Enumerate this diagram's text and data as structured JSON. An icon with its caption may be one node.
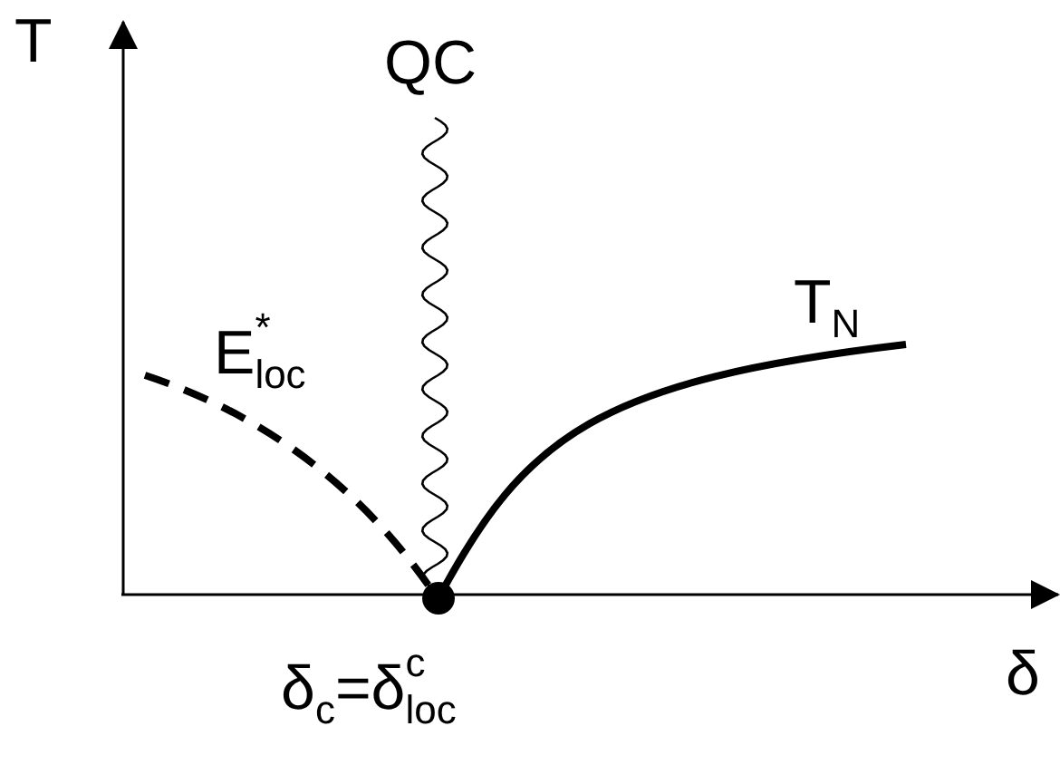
{
  "diagram": {
    "labels": [
      "T",
      "QC",
      "T$_{N}$",
      "E$^{*}$$_{loc}$",
      "δ$_{c}$=δ$^{c}$$_{loc}$",
      "δ"
    ]
  }
}
